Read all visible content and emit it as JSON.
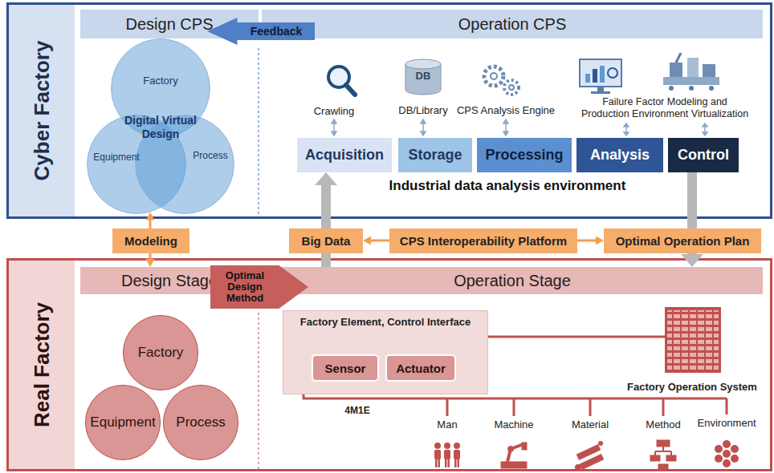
{
  "diagram": {
    "nodes": [
      {
        "text": [
          "Cyber Factory"
        ]
      },
      {
        "text": [
          "Design CPS"
        ],
        "in": 0
      },
      {
        "text": [
          "Operation CPS"
        ],
        "in": 0
      },
      {
        "text": [
          "Feedback"
        ],
        "in": 0
      },
      {
        "text": [
          "Factory"
        ],
        "in": 0
      },
      {
        "text": [
          "Equipment"
        ],
        "in": 0
      },
      {
        "text": [
          "Process"
        ],
        "in": 0
      },
      {
        "text": [
          "Acquisition"
        ],
        "in": 0
      },
      {
        "text": [
          "Storage"
        ],
        "in": 0
      },
      {
        "text": [
          "Processing"
        ],
        "in": 0
      },
      {
        "text": [
          "Analysis"
        ],
        "in": 0
      },
      {
        "text": [
          "Control"
        ],
        "in": 0
      },
      {
        "text": [
          "Modeling"
        ]
      },
      {
        "text": [
          "Big Data"
        ]
      },
      {
        "text": [
          "CPS Interoperability Platform"
        ]
      },
      {
        "text": [
          "Optimal Operation Plan"
        ]
      },
      {
        "text": [
          "Real Factory"
        ]
      },
      {
        "text": [
          "Design Stage"
        ],
        "in": 16
      },
      {
        "text": [
          "Optimal Design Method"
        ],
        "in": 16
      },
      {
        "text": [
          "Operation Stage"
        ],
        "in": 16
      },
      {
        "text": [
          "Factory"
        ],
        "in": 16
      },
      {
        "text": [
          "Equipment"
        ],
        "in": 16
      },
      {
        "text": [
          "Process"
        ],
        "in": 16
      },
      {
        "text": [
          "Factory Element, Control Interface"
        ],
        "in": 16
      },
      {
        "text": [
          "Sensor"
        ],
        "in": 23
      },
      {
        "text": [
          "Actuator"
        ],
        "in": 23
      }
    ],
    "edges": [
      {
        "from": 12,
        "to": 5,
        "arrow": "to"
      },
      {
        "from": 12,
        "to": 17,
        "arrow": "to"
      },
      {
        "from": 19,
        "to": 13,
        "arrow": "none"
      },
      {
        "from": 13,
        "to": 7,
        "arrow": "to"
      },
      {
        "from": 11,
        "to": 15,
        "arrow": "none"
      },
      {
        "from": 15,
        "to": 19,
        "arrow": "to"
      },
      {
        "from": 14,
        "to": 13,
        "arrow": "to"
      },
      {
        "from": 14,
        "to": 15,
        "arrow": "to"
      }
    ],
    "labels": [
      "Digital Virtual Design",
      "Crawling",
      "DB",
      "DB/Library",
      "CPS Analysis Engine",
      "Failure Factor Modeling and Production Environment Virtualization",
      "Industrial data analysis environment",
      "Factory Operation System",
      "4M1E",
      "Man",
      "Machine",
      "Material",
      "Method",
      "Environment"
    ]
  }
}
